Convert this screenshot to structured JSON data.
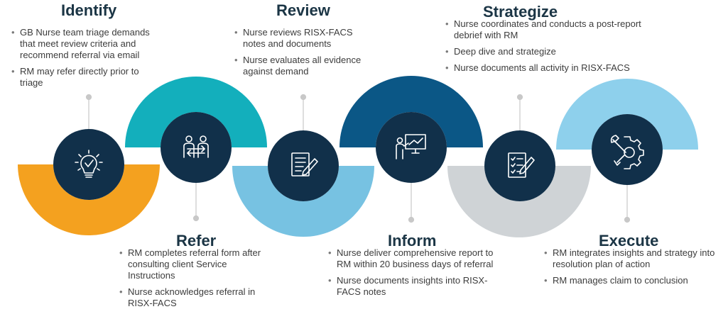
{
  "colors": {
    "navy": "#11304a",
    "orange": "#f4a11f",
    "teal": "#13afbc",
    "light_blue": "#77c2e2",
    "dark_blue": "#0b5786",
    "gray": "#cfd3d6",
    "sky": "#8ed0ec",
    "title": "#1b3545"
  },
  "steps": [
    {
      "title": "Identify",
      "icon": "lightbulb-icon",
      "bullets": [
        "GB Nurse team triage demands that meet review criteria and recommend referral via email",
        "RM may refer directly prior to triage"
      ]
    },
    {
      "title": "Refer",
      "icon": "people-exchange-icon",
      "bullets": [
        "RM completes referral form after consulting client Service Instructions",
        "Nurse acknowledges referral in RISX-FACS"
      ]
    },
    {
      "title": "Review",
      "icon": "document-pen-icon",
      "bullets": [
        "Nurse reviews RISX-FACS notes and documents",
        "Nurse evaluates all evidence against demand"
      ]
    },
    {
      "title": "Inform",
      "icon": "presenter-chart-icon",
      "bullets": [
        "Nurse deliver comprehensive report to RM within 20 business days of referral",
        "Nurse documents insights into RISX-FACS notes"
      ]
    },
    {
      "title": "Strategize",
      "icon": "checklist-pen-icon",
      "bullets": [
        "Nurse coordinates and conducts a post-report debrief with RM",
        "Deep dive and strategize",
        "Nurse documents all activity in RISX-FACS"
      ]
    },
    {
      "title": "Execute",
      "icon": "gear-wrench-icon",
      "bullets": [
        "RM integrates insights and strategy into resolution plan of action",
        "RM manages claim to conclusion"
      ]
    }
  ]
}
